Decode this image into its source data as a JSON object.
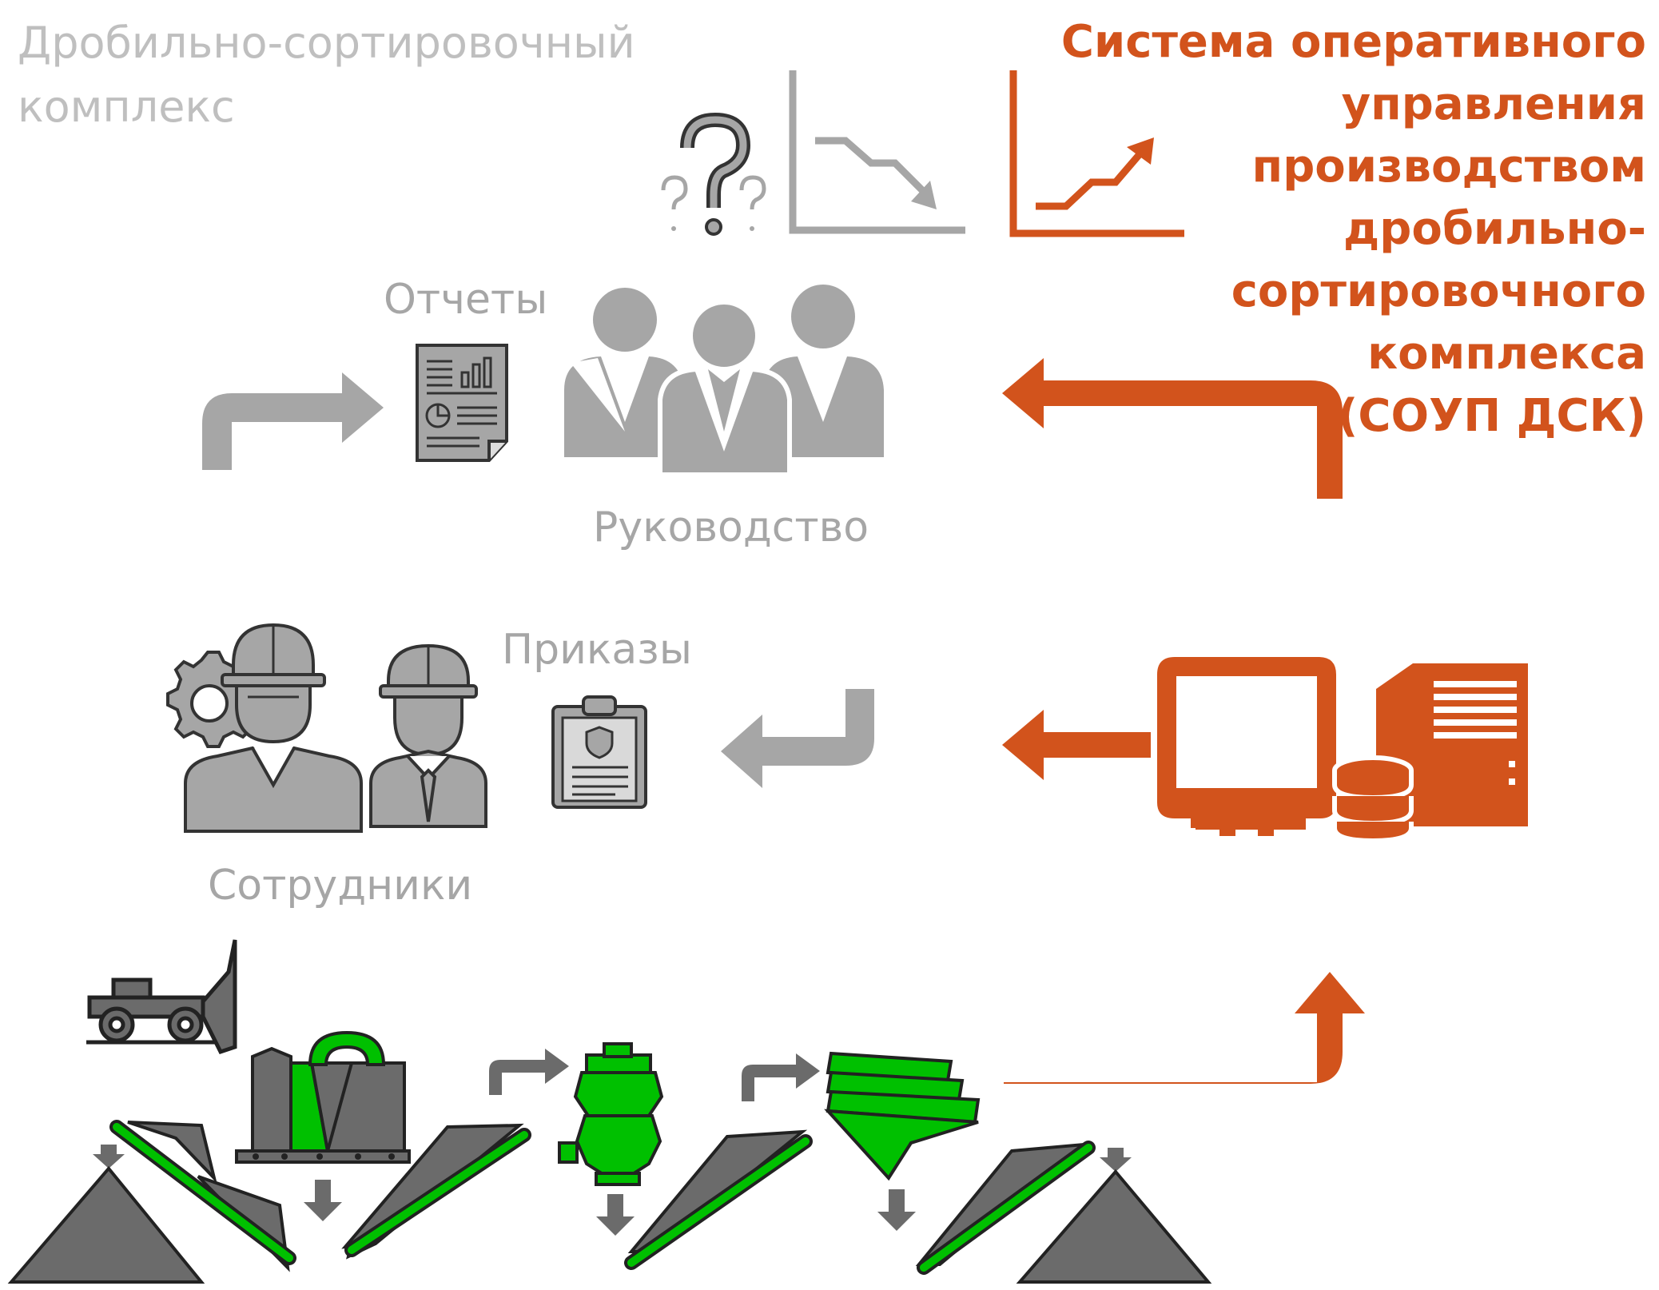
{
  "header": {
    "left_title_line1": "Дробильно-сортировочный",
    "left_title_line2": "комплекс",
    "right_title_lines": [
      "Система оперативного",
      "управления",
      "производством",
      "дробильно-",
      "сортировочного",
      "комплекса",
      "(СОУП ДСК)"
    ]
  },
  "labels": {
    "reports": "Отчеты",
    "management": "Руководство",
    "orders": "Приказы",
    "employees": "Сотрудники"
  },
  "colors": {
    "orange": "#d2531c",
    "gray": "#a6a6a6",
    "dark_gray": "#6b6b6b",
    "green": "#00c000"
  },
  "icons": [
    "question-marks-icon",
    "chart-down-icon",
    "chart-up-icon",
    "report-icon",
    "management-group-icon",
    "worker-gear-icon",
    "worker-icon",
    "order-clipboard-icon",
    "computer-icon",
    "server-icon",
    "database-icon",
    "loader-truck-icon",
    "jaw-crusher-icon",
    "cone-crusher-icon",
    "screen-icon",
    "conveyor-icon",
    "stockpile-icon"
  ]
}
